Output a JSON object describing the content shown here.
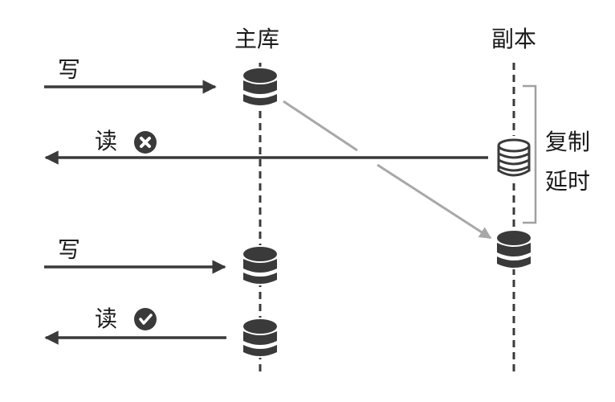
{
  "diagram": {
    "title": "",
    "columns": {
      "primary": {
        "label": "主库"
      },
      "replica": {
        "label": "副本"
      }
    },
    "operations": [
      {
        "id": "write-1",
        "label": "写",
        "direction": "to-primary",
        "status": null
      },
      {
        "id": "read-1",
        "label": "读",
        "direction": "from-replica",
        "status": "fail",
        "status_icon": "x-circle-icon"
      },
      {
        "id": "write-2",
        "label": "写",
        "direction": "to-primary",
        "status": null
      },
      {
        "id": "read-2",
        "label": "读",
        "direction": "from-primary",
        "status": "success",
        "status_icon": "check-circle-icon"
      }
    ],
    "replication": {
      "from": "primary",
      "to": "replica",
      "lag_label_line1": "复制",
      "lag_label_line2": "延时"
    },
    "colors": {
      "ink": "#3a3a3a",
      "text": "#1a1a1a",
      "replication_arrow": "#a8a8a8",
      "bracket": "#a0a0a0",
      "background": "#ffffff"
    }
  }
}
